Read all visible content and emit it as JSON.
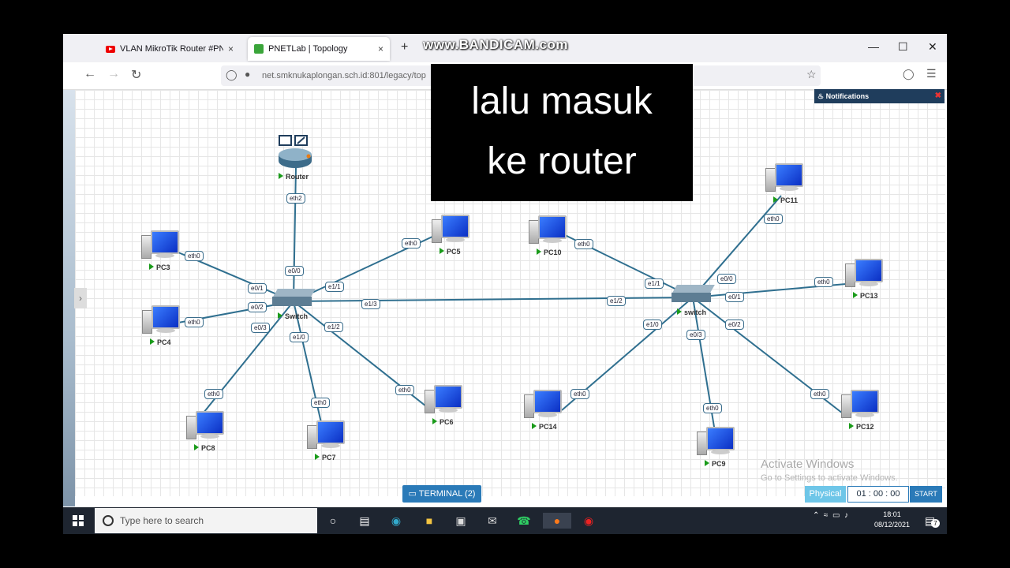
{
  "browser": {
    "tabs": [
      {
        "label": "VLAN MikroTik Router #PNETLa",
        "close": "×"
      },
      {
        "label": "PNETLab | Topology",
        "close": "×"
      }
    ],
    "new_tab": "+",
    "url": "net.smknukaplongan.sch.id:801/legacy/top",
    "watermark": "www.BANDICAM.com"
  },
  "overlay_text": {
    "line1": "lalu masuk",
    "line2": "ke router"
  },
  "notifications": {
    "title": "Notifications",
    "close": "✖"
  },
  "topology": {
    "nodes": [
      {
        "id": "router",
        "label": "Router"
      },
      {
        "id": "switch1",
        "label": "Switch"
      },
      {
        "id": "switch2",
        "label": "switch"
      },
      {
        "id": "pc3",
        "label": "PC3"
      },
      {
        "id": "pc4",
        "label": "PC4"
      },
      {
        "id": "pc5",
        "label": "PC5"
      },
      {
        "id": "pc6",
        "label": "PC6"
      },
      {
        "id": "pc7",
        "label": "PC7"
      },
      {
        "id": "pc8",
        "label": "PC8"
      },
      {
        "id": "pc9",
        "label": "PC9"
      },
      {
        "id": "pc10",
        "label": "PC10"
      },
      {
        "id": "pc11",
        "label": "PC11"
      },
      {
        "id": "pc12",
        "label": "PC12"
      },
      {
        "id": "pc13",
        "label": "PC13"
      },
      {
        "id": "pc14",
        "label": "PC14"
      }
    ],
    "links": [
      {
        "a": "router",
        "a_if": "eth2",
        "b": "switch1",
        "b_if": "e0/0"
      },
      {
        "a": "pc3",
        "a_if": "eth0",
        "b": "switch1",
        "b_if": "e0/1"
      },
      {
        "a": "pc4",
        "a_if": "eth0",
        "b": "switch1",
        "b_if": "e0/2"
      },
      {
        "a": "pc8",
        "a_if": "eth0",
        "b": "switch1",
        "b_if": "e0/3"
      },
      {
        "a": "pc7",
        "a_if": "eth0",
        "b": "switch1",
        "b_if": "e1/0"
      },
      {
        "a": "pc5",
        "a_if": "eth0",
        "b": "switch1",
        "b_if": "e1/1"
      },
      {
        "a": "pc6",
        "a_if": "eth0",
        "b": "switch1",
        "b_if": "e1/2"
      },
      {
        "a": "switch1",
        "a_if": "e1/3",
        "b": "switch2",
        "b_if": "e1/2"
      },
      {
        "a": "pc10",
        "a_if": "eth0",
        "b": "switch2",
        "b_if": "e1/1"
      },
      {
        "a": "pc14",
        "a_if": "eth0",
        "b": "switch2",
        "b_if": "e1/0"
      },
      {
        "a": "pc11",
        "a_if": "eth0",
        "b": "switch2",
        "b_if": "e0/0"
      },
      {
        "a": "pc13",
        "a_if": "eth0",
        "b": "switch2",
        "b_if": "e0/1"
      },
      {
        "a": "pc12",
        "a_if": "eth0",
        "b": "switch2",
        "b_if": "e0/2"
      },
      {
        "a": "pc9",
        "a_if": "eth0",
        "b": "switch2",
        "b_if": "e0/3"
      }
    ]
  },
  "bottom": {
    "terminal": "TERMINAL (2)",
    "physical": "Physical",
    "timer": "01 : 00 : 00",
    "start": "START",
    "activate_title": "Activate Windows",
    "activate_sub": "Go to Settings to activate Windows."
  },
  "taskbar": {
    "search_placeholder": "Type here to search",
    "time": "18:01",
    "date": "08/12/2021",
    "notif_count": "7"
  }
}
